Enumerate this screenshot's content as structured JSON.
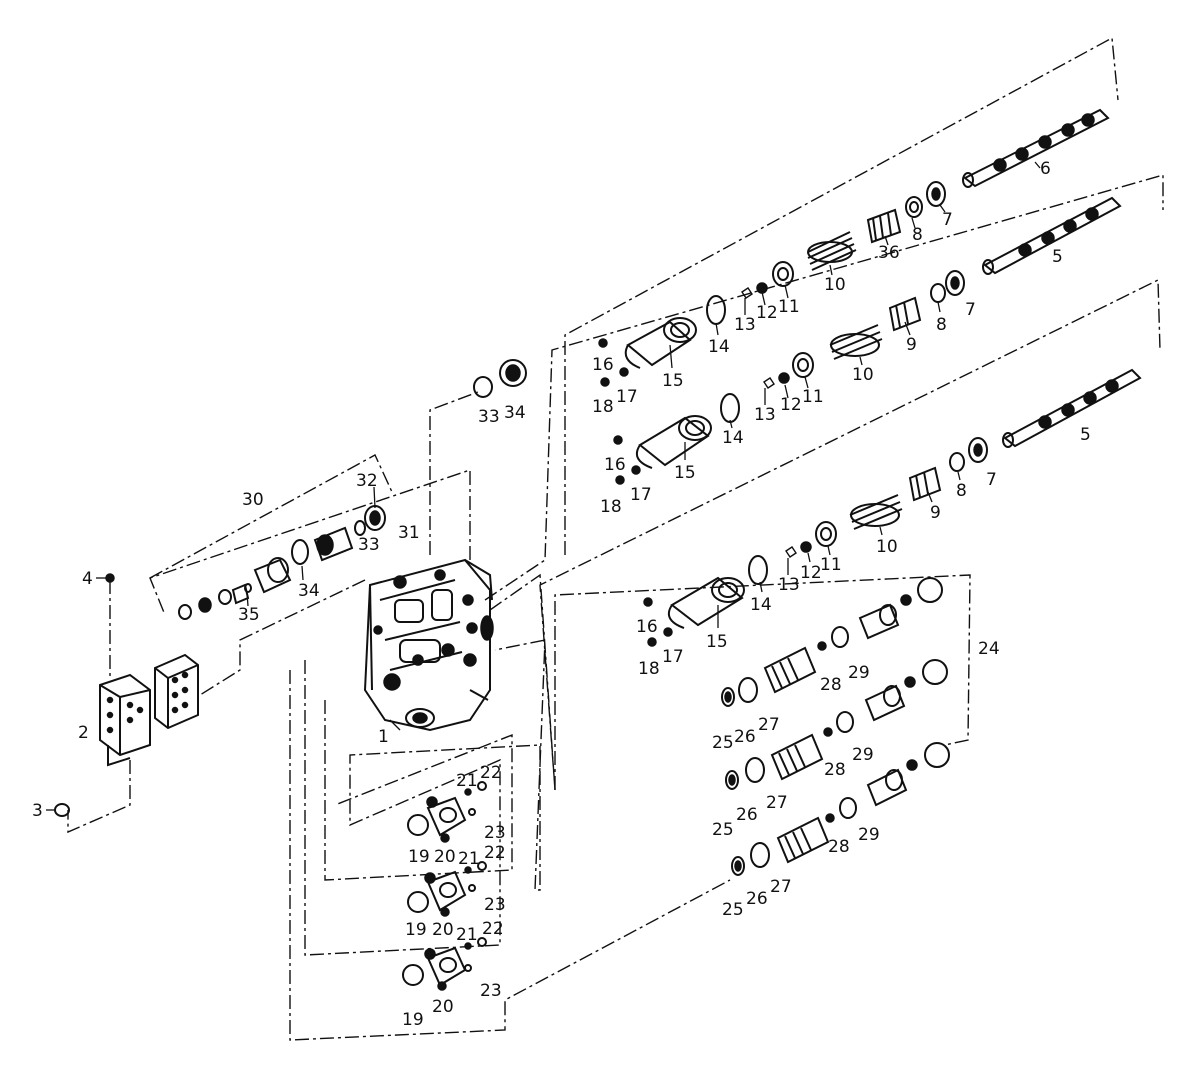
{
  "labels": {
    "n1": "1",
    "n2": "2",
    "n3": "3",
    "n4": "4",
    "n5a": "5",
    "n5b": "5",
    "n6": "6",
    "n7a": "7",
    "n7b": "7",
    "n7c": "7",
    "n8a": "8",
    "n8b": "8",
    "n8c": "8",
    "n9a": "9",
    "n9b": "9",
    "n10a": "10",
    "n10b": "10",
    "n10c": "10",
    "n11a": "11",
    "n11b": "11",
    "n11c": "11",
    "n12a": "12",
    "n12b": "12",
    "n12c": "12",
    "n13a": "13",
    "n13b": "13",
    "n13c": "13",
    "n14a": "14",
    "n14b": "14",
    "n14c": "14",
    "n15a": "15",
    "n15b": "15",
    "n15c": "15",
    "n16a": "16",
    "n16b": "16",
    "n16c": "16",
    "n17a": "17",
    "n17b": "17",
    "n17c": "17",
    "n18a": "18",
    "n18b": "18",
    "n18c": "18",
    "n19a": "19",
    "n19b": "19",
    "n19c": "19",
    "n20a": "20",
    "n20b": "20",
    "n20c": "20",
    "n21a": "21",
    "n21b": "21",
    "n21c": "21",
    "n22a": "22",
    "n22b": "22",
    "n22c": "22",
    "n23a": "23",
    "n23b": "23",
    "n23c": "23",
    "n24": "24",
    "n25a": "25",
    "n25b": "25",
    "n25c": "25",
    "n26a": "26",
    "n26b": "26",
    "n26c": "26",
    "n27a": "27",
    "n27b": "27",
    "n27c": "27",
    "n28a": "28",
    "n28b": "28",
    "n28c": "28",
    "n29a": "29",
    "n29b": "29",
    "n29c": "29",
    "n30": "30",
    "n31": "31",
    "n32": "32",
    "n33a": "33",
    "n33b": "33",
    "n34a": "34",
    "n34b": "34",
    "n35": "35",
    "n36": "36"
  }
}
